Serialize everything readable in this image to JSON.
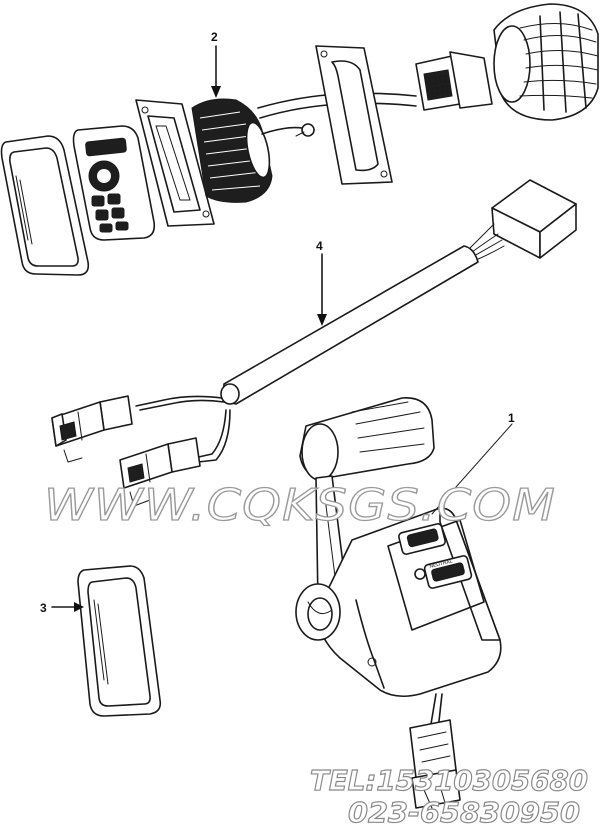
{
  "callouts": [
    {
      "id": "1",
      "text": "1"
    },
    {
      "id": "2",
      "text": "2"
    },
    {
      "id": "3",
      "text": "3"
    },
    {
      "id": "4",
      "text": "4"
    }
  ],
  "watermark": {
    "site": "WWW.CQKSGS.COM",
    "tel": "TEL:15310305680",
    "phone": "023-65830950"
  }
}
